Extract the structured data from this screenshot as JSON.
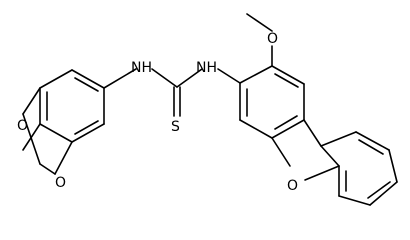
{
  "figure": {
    "type": "chemical-structure",
    "line_color": "#000000",
    "background": "#ffffff"
  },
  "atoms": {
    "nh_left": "NH",
    "nh_right": "NH",
    "thione_s": "S",
    "methoxy_o": "O",
    "dioxole_o_upper": "O",
    "dioxole_o_lower": "O",
    "furan_o": "O"
  }
}
